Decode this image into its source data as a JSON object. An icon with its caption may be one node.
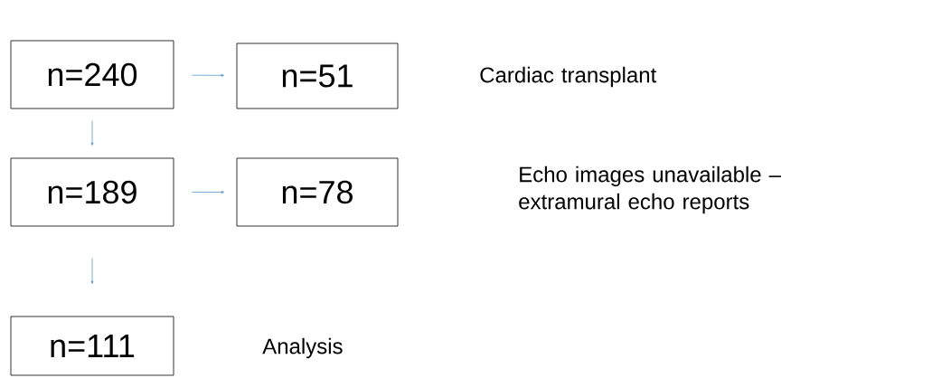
{
  "diagram": {
    "nodes": [
      {
        "text": [
          "n=240"
        ]
      },
      {
        "text": [
          "n=51"
        ]
      },
      {
        "text": [
          "n=189"
        ]
      },
      {
        "text": [
          "n=78"
        ]
      },
      {
        "text": [
          "n=111"
        ]
      }
    ],
    "labels": [
      "Cardiac transplant",
      "Echo images unavailable – extramural echo reports",
      "Analysis"
    ],
    "edges": [
      {
        "from": 0,
        "to": 1,
        "arrow": "to"
      },
      {
        "from": 0,
        "to": 2,
        "arrow": "to"
      },
      {
        "from": 2,
        "to": 3,
        "arrow": "to"
      },
      {
        "from": 2,
        "to": 4,
        "arrow": "to"
      }
    ]
  }
}
